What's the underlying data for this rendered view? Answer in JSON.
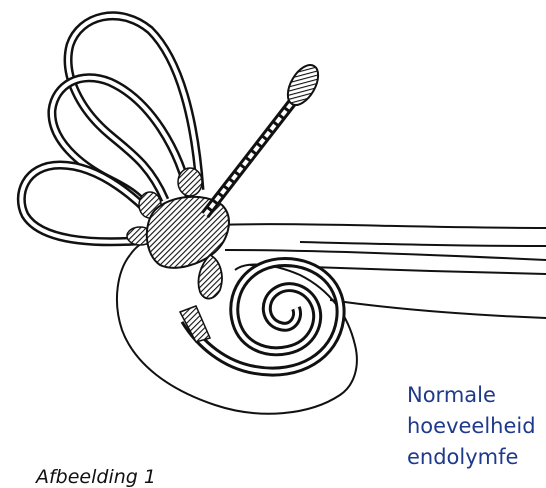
{
  "caption": {
    "lines": [
      "Normale",
      "hoeveelheid",
      "endolymfe"
    ],
    "color": "#1f3a8a"
  },
  "figure_label": "Afbeelding 1"
}
